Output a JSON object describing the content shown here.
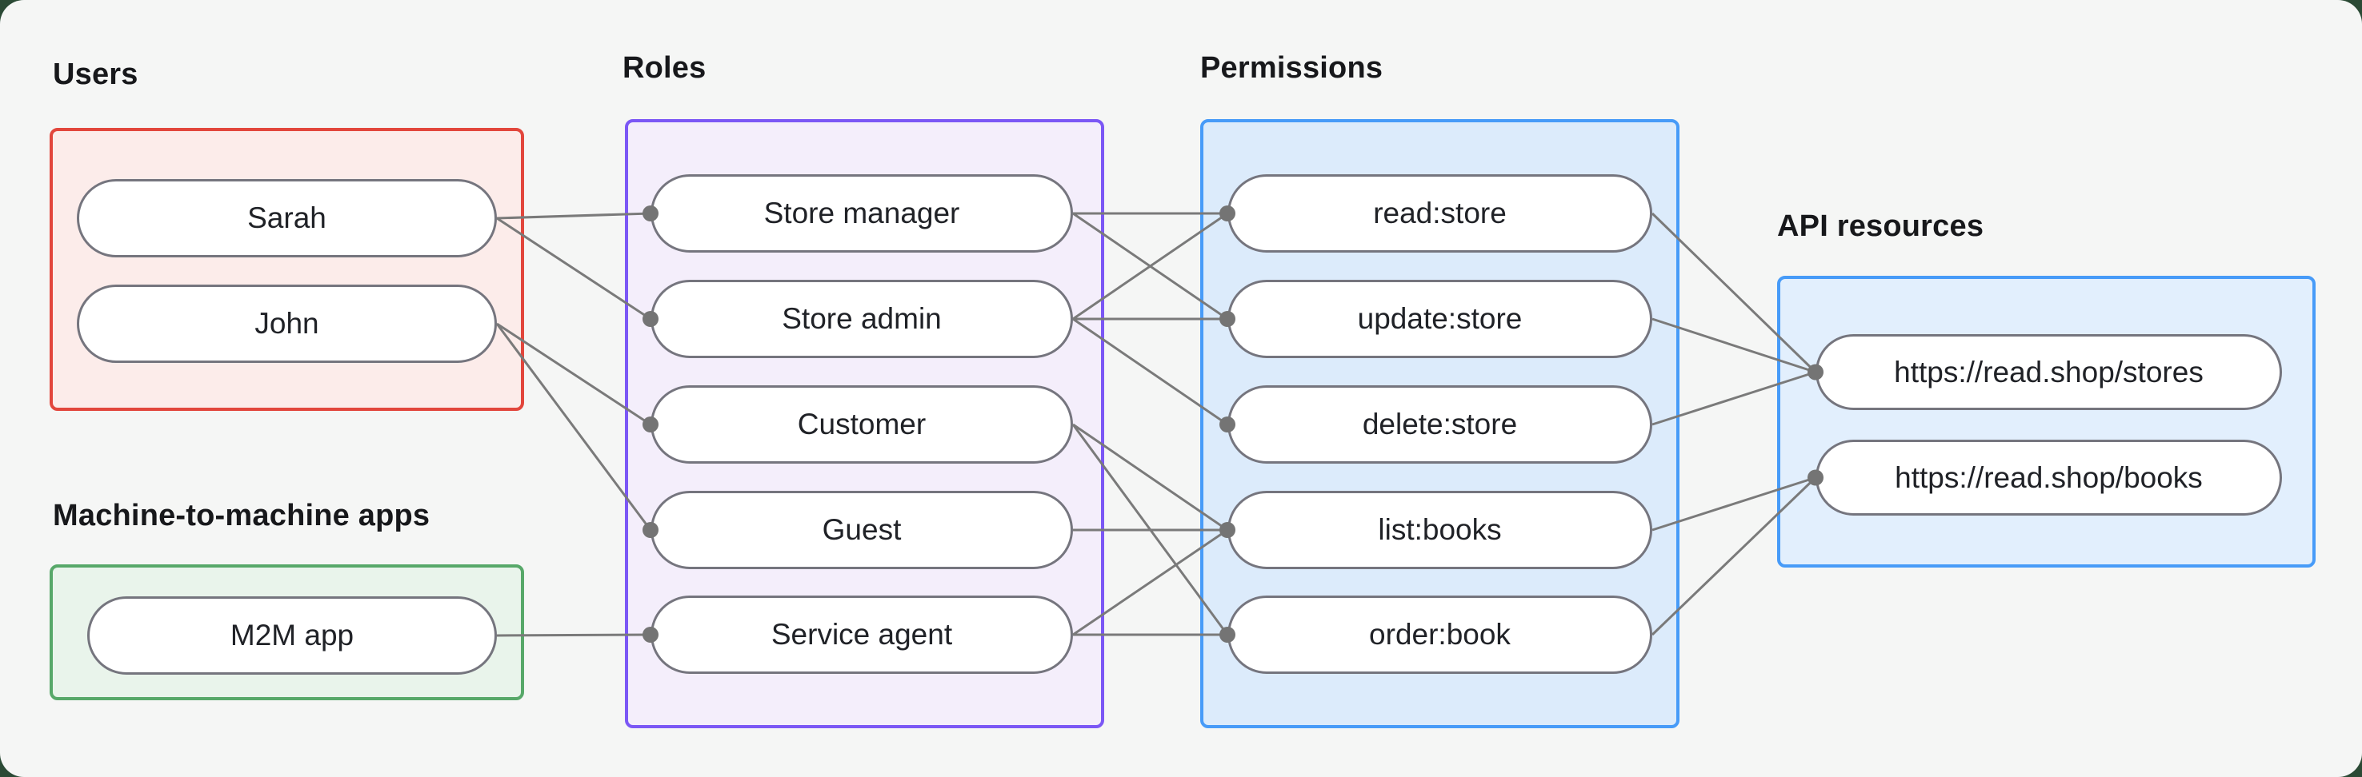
{
  "diagram": {
    "groups": [
      {
        "id": "users",
        "label": "Users",
        "border_color": "#e2463c",
        "fill_color": "#fcecea",
        "nodes": [
          {
            "id": "sarah",
            "label": "Sarah"
          },
          {
            "id": "john",
            "label": "John"
          }
        ]
      },
      {
        "id": "m2m",
        "label": "Machine-to-machine apps",
        "border_color": "#57a869",
        "fill_color": "#e9f4eb",
        "nodes": [
          {
            "id": "m2m_app",
            "label": "M2M app"
          }
        ]
      },
      {
        "id": "roles",
        "label": "Roles",
        "border_color": "#7b57f5",
        "fill_color": "#f4eefb",
        "nodes": [
          {
            "id": "store_manager",
            "label": "Store manager"
          },
          {
            "id": "store_admin",
            "label": "Store admin"
          },
          {
            "id": "customer",
            "label": "Customer"
          },
          {
            "id": "guest",
            "label": "Guest"
          },
          {
            "id": "service_agent",
            "label": "Service agent"
          }
        ]
      },
      {
        "id": "permissions",
        "label": "Permissions",
        "border_color": "#479bf8",
        "fill_color": "#dcebfb",
        "nodes": [
          {
            "id": "read_store",
            "label": "read:store"
          },
          {
            "id": "update_store",
            "label": "update:store"
          },
          {
            "id": "delete_store",
            "label": "delete:store"
          },
          {
            "id": "list_books",
            "label": "list:books"
          },
          {
            "id": "order_book",
            "label": "order:book"
          }
        ]
      },
      {
        "id": "api",
        "label": "API resources",
        "border_color": "#479bf8",
        "fill_color": "#e2effd",
        "nodes": [
          {
            "id": "stores_api",
            "label": "https://read.shop/stores"
          },
          {
            "id": "books_api",
            "label": "https://read.shop/books"
          }
        ]
      }
    ],
    "edges": [
      {
        "from": "sarah",
        "to": "store_manager"
      },
      {
        "from": "sarah",
        "to": "store_admin"
      },
      {
        "from": "john",
        "to": "customer"
      },
      {
        "from": "john",
        "to": "guest"
      },
      {
        "from": "m2m_app",
        "to": "service_agent"
      },
      {
        "from": "store_manager",
        "to": "read_store"
      },
      {
        "from": "store_manager",
        "to": "update_store"
      },
      {
        "from": "store_admin",
        "to": "read_store"
      },
      {
        "from": "store_admin",
        "to": "update_store"
      },
      {
        "from": "store_admin",
        "to": "delete_store"
      },
      {
        "from": "customer",
        "to": "list_books"
      },
      {
        "from": "customer",
        "to": "order_book"
      },
      {
        "from": "guest",
        "to": "list_books"
      },
      {
        "from": "service_agent",
        "to": "list_books"
      },
      {
        "from": "service_agent",
        "to": "order_book"
      },
      {
        "from": "read_store",
        "to": "stores_api"
      },
      {
        "from": "update_store",
        "to": "stores_api"
      },
      {
        "from": "delete_store",
        "to": "stores_api"
      },
      {
        "from": "list_books",
        "to": "books_api"
      },
      {
        "from": "order_book",
        "to": "books_api"
      }
    ],
    "styles": {
      "page_bg": "#2b4a35",
      "panel_bg": "#f5f6f5",
      "node_fill": "#ffffff",
      "node_border": "#75757e",
      "edge_color": "#7a7a7a",
      "dot_color": "#747474",
      "text_color": "#202227",
      "label_color": "#17181b"
    }
  }
}
